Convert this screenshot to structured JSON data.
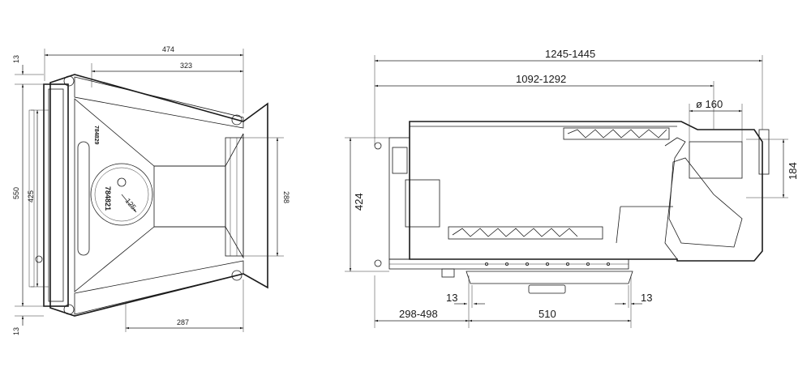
{
  "front_view": {
    "dimensions": {
      "width_top": "474",
      "width_inner": "323",
      "height_outer": "550",
      "height_inner": "425",
      "height_opening": "288",
      "width_bottom": "287",
      "margin_top": "13",
      "margin_bottom": "13",
      "radius": "125"
    },
    "part_numbers": [
      "784821",
      "784829"
    ]
  },
  "side_view": {
    "dimensions": {
      "length_total": "1245-1445",
      "length_inner": "1092-1292",
      "flue_diameter": "ø 160",
      "flue_height": "184",
      "height": "424",
      "offset": "298-498",
      "base_width": "510",
      "clearance_left": "13",
      "clearance_right": "13"
    }
  }
}
